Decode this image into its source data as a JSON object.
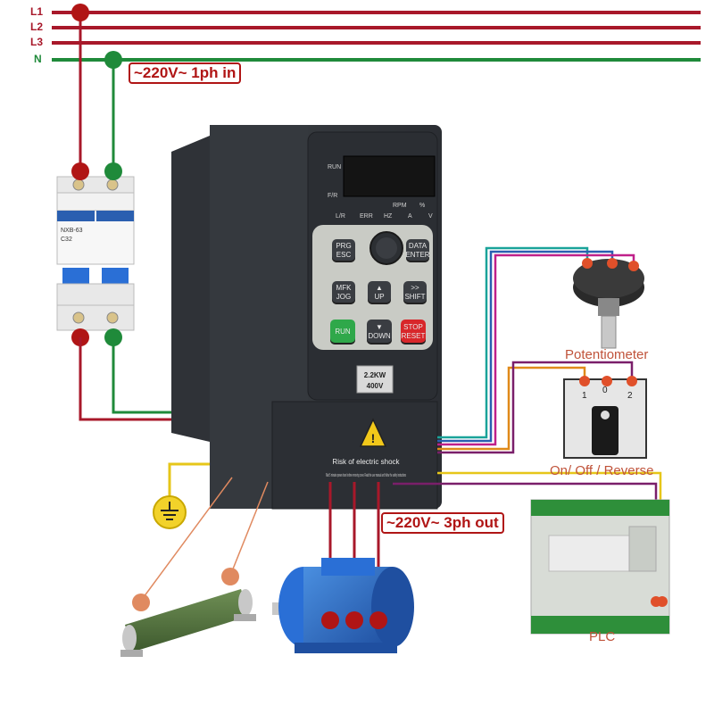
{
  "bus": {
    "lines": [
      {
        "name": "L1",
        "color": "#a8182a"
      },
      {
        "name": "L2",
        "color": "#a8182a"
      },
      {
        "name": "L3",
        "color": "#a8182a"
      },
      {
        "name": "N",
        "color": "#1f8a3a"
      }
    ]
  },
  "callouts": {
    "input": "~220V~ 1ph in",
    "output": "~220V~ 3ph out"
  },
  "breaker": {
    "model": "NXB-63",
    "rating": "C32"
  },
  "inverter": {
    "indicators": [
      "RUN",
      "F/R",
      "L/R",
      "ERR",
      "HZ",
      "A",
      "V"
    ],
    "unit_marks": [
      "RPM",
      "%"
    ],
    "keys": [
      {
        "top": "PRG",
        "bottom": "ESC"
      },
      {
        "top": "DATA",
        "bottom": "ENTER"
      },
      {
        "top": "MFK",
        "bottom": "JOG"
      },
      {
        "top": "▲",
        "bottom": "UP"
      },
      {
        "top": ">>",
        "bottom": "SHIFT"
      },
      {
        "top": "RUN",
        "bottom": ""
      },
      {
        "top": "▼",
        "bottom": "DOWN"
      },
      {
        "top": "STOP",
        "bottom": "RESET"
      }
    ],
    "power_rating": "2.2KW",
    "voltage_rating": "400V",
    "warning_title": "Risk of electric shock",
    "warning_text": "Wait 5 minutes power down before removing cover. Read the user manual and follow the safety instructions"
  },
  "components": {
    "potentiometer": "Potentiometer",
    "switch": "On/ Off / Reverse",
    "switch_positions": [
      "1",
      "0",
      "2"
    ],
    "plc": "PLC"
  },
  "colors": {
    "phase": "#a8182a",
    "neutral": "#1f8a3a",
    "ground": "#e6c619",
    "signal_blue": "#2a5fb0",
    "signal_teal": "#1aa39a",
    "signal_magenta": "#c0208a",
    "signal_orange": "#e08a1a",
    "signal_purple": "#7a1f6a",
    "brake": "#e08a60",
    "caption": "#c0533a"
  }
}
